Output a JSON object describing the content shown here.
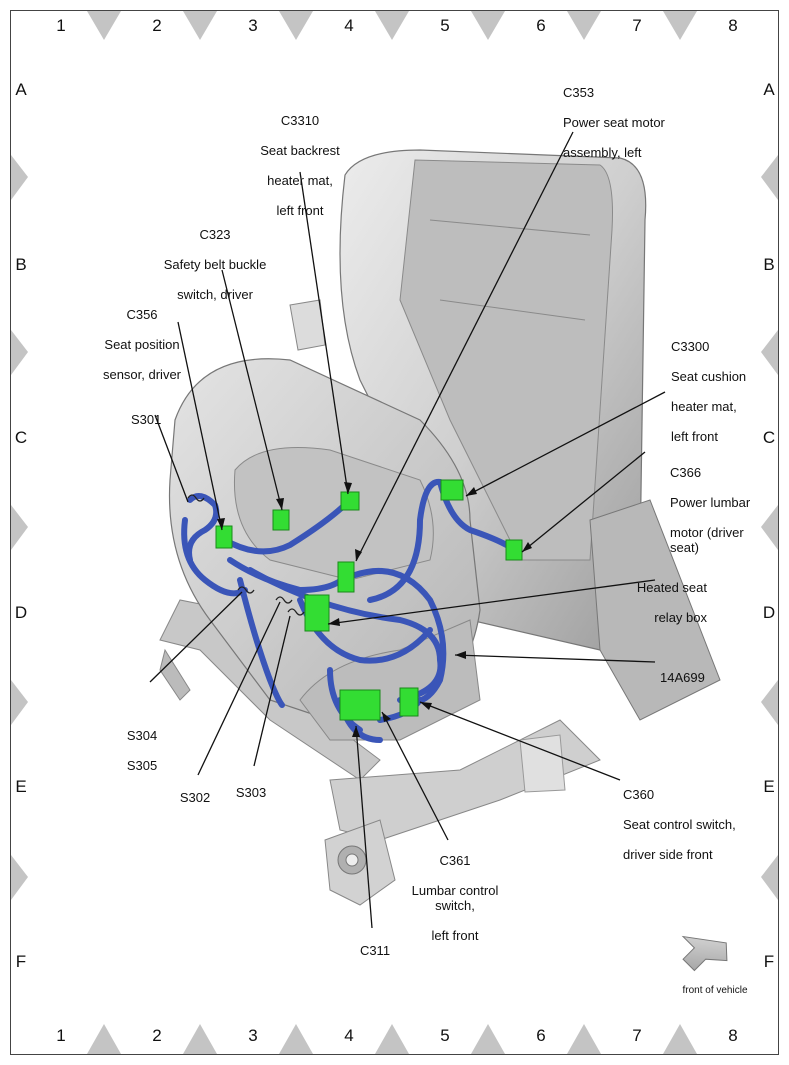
{
  "grid": {
    "columns": [
      "1",
      "2",
      "3",
      "4",
      "5",
      "6",
      "7",
      "8"
    ],
    "rows": [
      "A",
      "B",
      "C",
      "D",
      "E",
      "F"
    ]
  },
  "callouts": {
    "c3310": {
      "id": "C3310",
      "lines": [
        "Seat backrest",
        "heater mat,",
        "left front"
      ]
    },
    "c353": {
      "id": "C353",
      "lines": [
        "Power seat motor",
        "assembly, left"
      ]
    },
    "c323": {
      "id": "C323",
      "lines": [
        "Safety belt buckle",
        "switch, driver"
      ]
    },
    "c356": {
      "id": "C356",
      "lines": [
        "Seat position",
        "sensor, driver"
      ]
    },
    "c3300": {
      "id": "C3300",
      "lines": [
        "Seat cushion",
        "heater mat,",
        "left front"
      ]
    },
    "s301": {
      "id": "S301",
      "lines": []
    },
    "c366": {
      "id": "C366",
      "lines": [
        "Power lumbar",
        "motor (driver seat)"
      ]
    },
    "relay": {
      "id": "",
      "lines": [
        "Heated seat",
        "relay box"
      ]
    },
    "h14a699": {
      "id": "14A699",
      "lines": []
    },
    "s304": {
      "id": "S304",
      "lines": [
        "S305"
      ]
    },
    "s302": {
      "id": "S302",
      "lines": []
    },
    "s303": {
      "id": "S303",
      "lines": []
    },
    "c360": {
      "id": "C360",
      "lines": [
        "Seat control switch,",
        "driver side front"
      ]
    },
    "c361": {
      "id": "C361",
      "lines": [
        "Lumbar control switch,",
        "left front"
      ]
    },
    "c311": {
      "id": "C311",
      "lines": []
    }
  },
  "orientation_label": "front of vehicle",
  "colors": {
    "harness": "#3a55b8",
    "connector": "#33dd33",
    "seat_fill": "#d6d6d6",
    "seat_shadow": "#a8a8a8",
    "frame_triangle": "#c4c4c4"
  }
}
